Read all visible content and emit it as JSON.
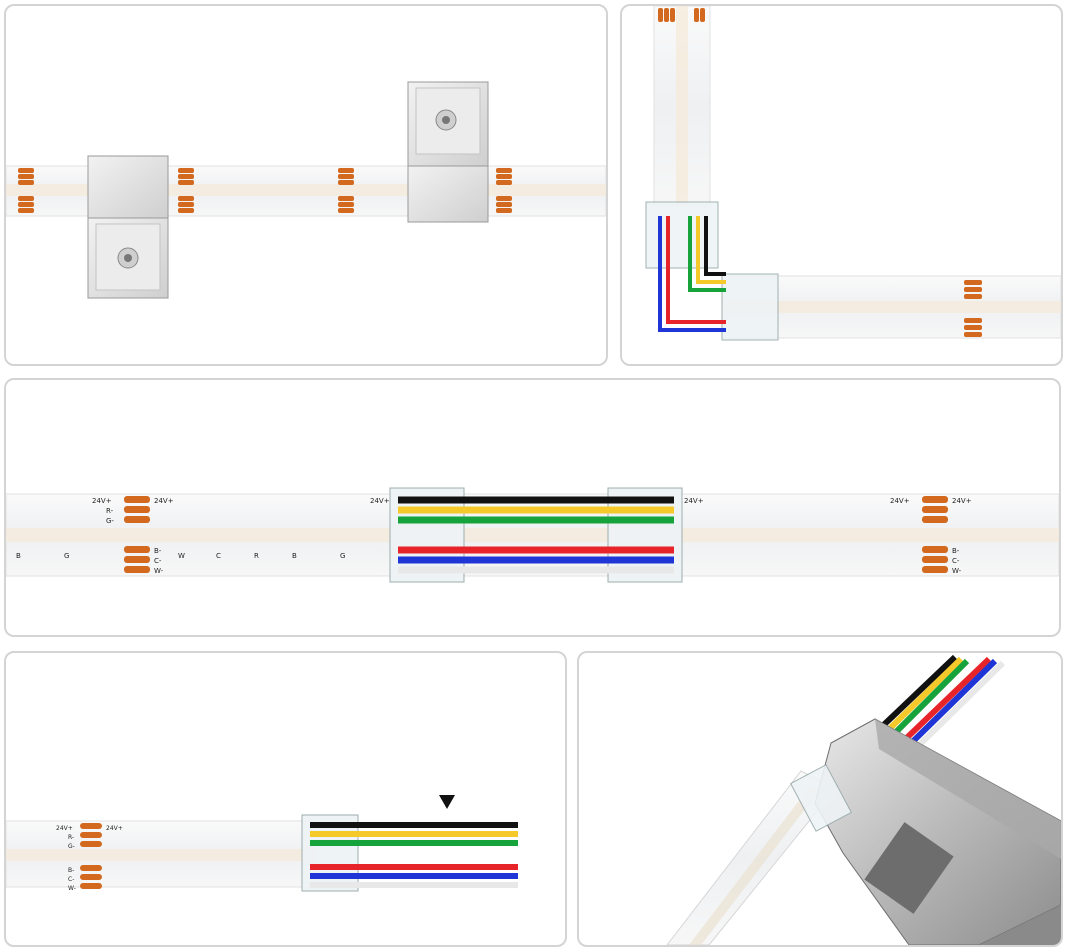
{
  "pin_labels": {
    "v24": "24V+",
    "r": "R-",
    "g": "G-",
    "b": "B-",
    "c": "C-",
    "w": "W-"
  },
  "strip_marks": {
    "b": "B",
    "g": "G",
    "w": "W",
    "c": "C",
    "r": "R"
  },
  "colors": {
    "black_wire": "#111111",
    "yellow_wire": "#f5c92a",
    "green_wire": "#17a33b",
    "red_wire": "#e8242b",
    "blue_wire": "#1f35d6",
    "white_wire": "#e8e8e8",
    "copper_pad": "#d2691e",
    "strip": "#f4f4f4"
  },
  "icons": {
    "insert_arrow": "down-triangle-icon"
  }
}
